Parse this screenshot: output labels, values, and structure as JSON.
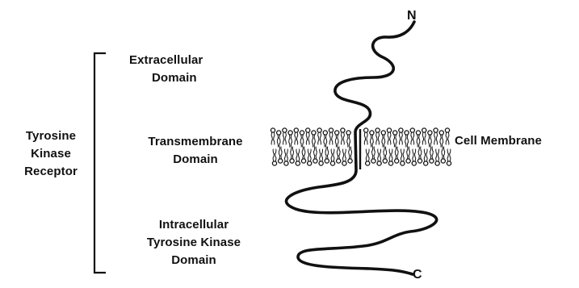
{
  "receptor": {
    "lines": [
      "Tyrosine",
      "Kinase",
      "Receptor"
    ]
  },
  "domains": {
    "extracellular": [
      "Extracellular",
      "Domain"
    ],
    "transmembrane": [
      "Transmembrane",
      "Domain"
    ],
    "intracellular": [
      "Intracellular",
      "Tyrosine Kinase",
      "Domain"
    ]
  },
  "membrane": {
    "label": "Cell Membrane"
  },
  "termini": {
    "n": "N",
    "c": "C"
  },
  "colors": {
    "ink": "#111111",
    "background": "#ffffff"
  }
}
